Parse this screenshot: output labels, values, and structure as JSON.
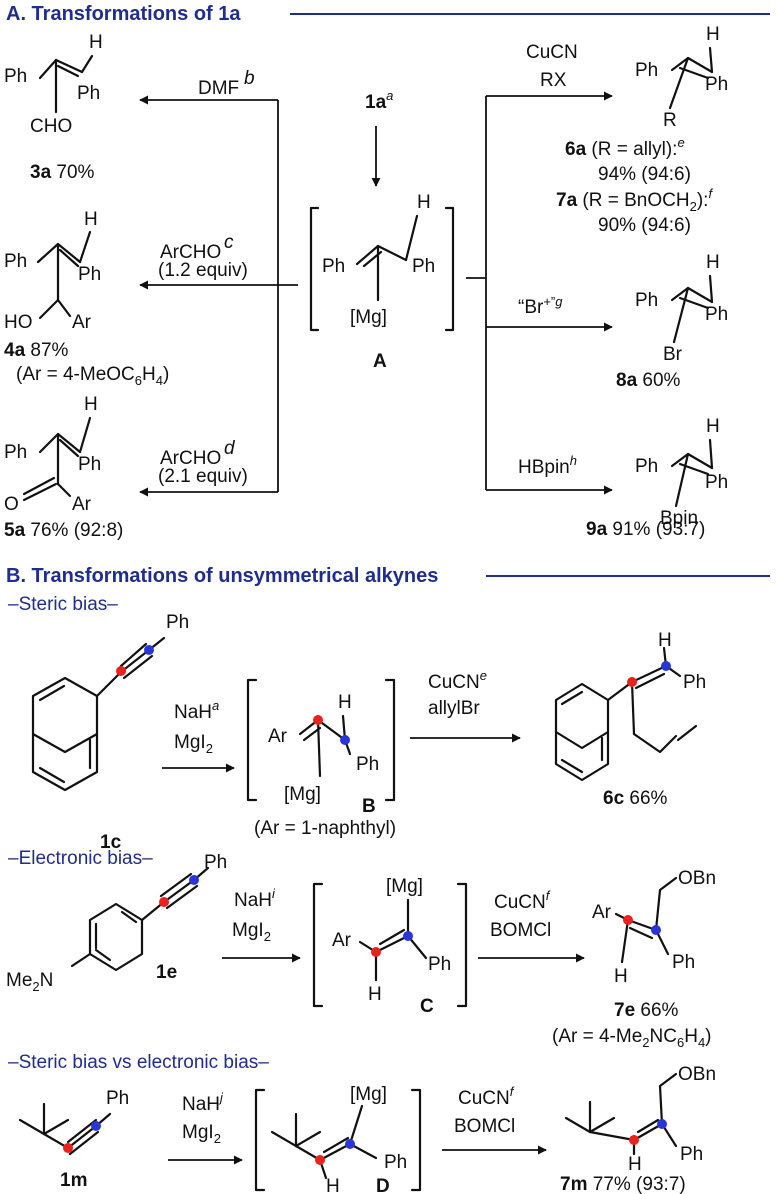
{
  "colors": {
    "heading": "#1f2d8f",
    "red_dot": "#e8221c",
    "blue_dot": "#2a35d6"
  },
  "A": {
    "heading": "A. Transformations of 1a",
    "start_num": "1a",
    "start_sup": "a",
    "intermediate": {
      "label": "A",
      "Ph": "Ph",
      "H": "H",
      "Mg": "[Mg]"
    },
    "p3a": {
      "reagent": "DMF",
      "sup": "b",
      "Ph": "Ph",
      "H": "H",
      "sub": "CHO",
      "num": "3a",
      "yield": " 70%"
    },
    "p4a": {
      "reagent": "ArCHO",
      "sup": "c",
      "equiv": "(1.2 equiv)",
      "Ph": "Ph",
      "H": "H",
      "HO": "HO",
      "Ar": "Ar",
      "num": "4a",
      "yield": " 87%",
      "note": "(Ar = 4-MeOC",
      "n6": "6",
      "nH": "H",
      "n4": "4",
      "close": ")"
    },
    "p5a": {
      "reagent": "ArCHO",
      "sup": "d",
      "equiv": "(2.1 equiv)",
      "Ph": "Ph",
      "H": "H",
      "O": "O",
      "Ar": "Ar",
      "num": "5a",
      "yield": " 76% (92:8)"
    },
    "p6a": {
      "r1": "CuCN",
      "r2": "RX",
      "Ph": "Ph",
      "H": "H",
      "R": "R",
      "num": "6a",
      "desc": " (R = allyl):",
      "sup": "e",
      "yield": "94% (94:6)"
    },
    "p7a": {
      "num": "7a",
      "desc": " (R = BnOCH",
      "s2": "2",
      "desc2": "):",
      "sup": "f",
      "yield": "90% (94:6)"
    },
    "p8a": {
      "reagent": "“Br",
      "plus": "+”",
      "sup": "g",
      "Ph": "Ph",
      "H": "H",
      "Br": "Br",
      "num": "8a",
      "yield": " 60%"
    },
    "p9a": {
      "reagent": "HBpin",
      "sup": "h",
      "Ph": "Ph",
      "H": "H",
      "B": "Bpin",
      "num": "9a",
      "yield": " 91% (93:7)"
    }
  },
  "B": {
    "heading": "B. Transformations of unsymmetrical alkynes",
    "steric": {
      "title": "–Steric bias–",
      "sub_num": "1c",
      "Ph": "Ph",
      "r1": "NaH",
      "r1sup": "a",
      "r2": "MgI",
      "r2sub": "2",
      "int": {
        "Ar": "Ar",
        "H": "H",
        "Ph": "Ph",
        "Mg": "[Mg]",
        "label": "B",
        "note": "(Ar = 1-naphthyl)"
      },
      "r3": "CuCN",
      "r3sup": "e",
      "r4": "allylBr",
      "prod": {
        "H": "H",
        "Ph": "Ph",
        "num": "6c",
        "yield": " 66%"
      }
    },
    "electronic": {
      "title": "–Electronic bias–",
      "sub_num": "1e",
      "Ph": "Ph",
      "NMe2": "Me",
      "NMe2sub": "2",
      "N": "N",
      "r1": "NaH",
      "r1sup": "i",
      "r2": "MgI",
      "r2sub": "2",
      "int": {
        "Mg": "[Mg]",
        "Ar": "Ar",
        "Ph": "Ph",
        "H": "H",
        "label": "C"
      },
      "r3": "CuCN",
      "r3sup": "f",
      "r4": "BOMCl",
      "prod": {
        "OBn": "OBn",
        "Ar": "Ar",
        "Ph": "Ph",
        "H": "H",
        "num": "7e",
        "yield": " 66%",
        "note": "(Ar = 4-Me",
        "n2": "2",
        "nNC": "NC",
        "n6": "6",
        "nH": "H",
        "n4": "4",
        "close": ")"
      }
    },
    "versus": {
      "title": "–Steric bias vs electronic bias–",
      "sub_num": "1m",
      "Ph": "Ph",
      "r1": "NaH",
      "r1sup": "j",
      "r2": "MgI",
      "r2sub": "2",
      "int": {
        "Mg": "[Mg]",
        "Ph": "Ph",
        "H": "H",
        "label": "D"
      },
      "r3": "CuCN",
      "r3sup": "f",
      "r4": "BOMCl",
      "prod": {
        "OBn": "OBn",
        "Ph": "Ph",
        "H": "H",
        "num": "7m",
        "yield": " 77% (93:7)"
      }
    }
  }
}
